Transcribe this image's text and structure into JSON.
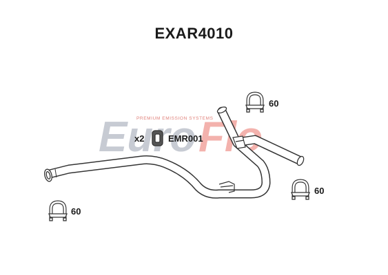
{
  "part_number": "EXAR4010",
  "watermark": {
    "brand_left": "Euro",
    "brand_right": "Flo",
    "tagline": "PREMIUM EMISSION SYSTEMS",
    "color_left": "#c7cbd3",
    "color_right": "#f3b2ad"
  },
  "mount": {
    "quantity": "x2",
    "code": "EMR001"
  },
  "clamps": [
    {
      "id": "top-right",
      "size": "60"
    },
    {
      "id": "right",
      "size": "60"
    },
    {
      "id": "left",
      "size": "60"
    }
  ],
  "colors": {
    "line": "#333333",
    "text": "#1a1a1a"
  }
}
